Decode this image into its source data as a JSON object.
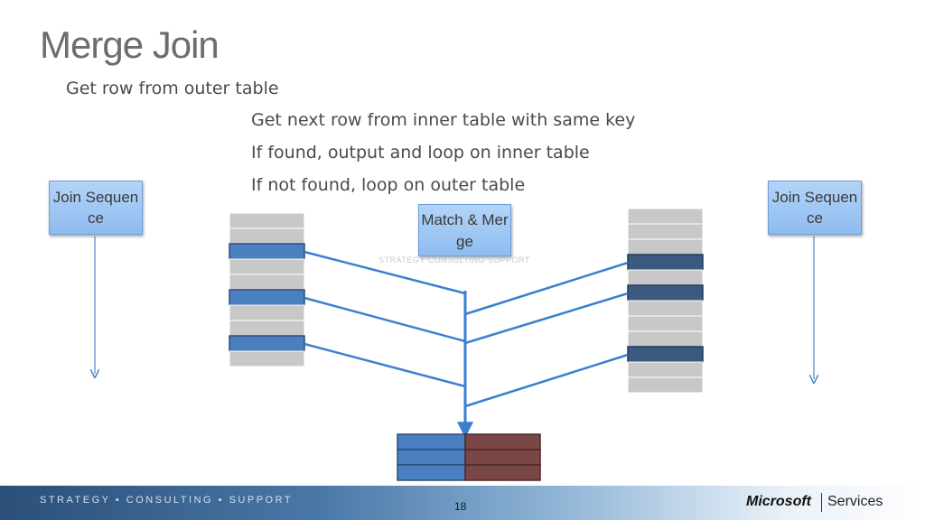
{
  "slide": {
    "title": "Merge Join",
    "bullets": [
      "Get row from outer table",
      "Get next row from inner table with same key",
      "If found, output and loop on inner table",
      "If not found, loop on outer table"
    ],
    "boxes": {
      "join_left": "Join Sequence",
      "join_right": "Join Sequence",
      "match": "Match & Merge"
    },
    "overlay_text": "STRATEGY  CONSULTING  SUPPORT",
    "page_number": "18"
  },
  "footer": {
    "tagline": "STRATEGY ▪ CONSULTING ▪ SUPPORT",
    "brand": "Microsoft",
    "services": "Services"
  },
  "colors": {
    "accent_blue": "#4a86c8",
    "dark_row": "#3b5a80",
    "light_row": "#c8c8c8",
    "output_red": "#7a4646",
    "line_blue": "#3a7fd0"
  }
}
